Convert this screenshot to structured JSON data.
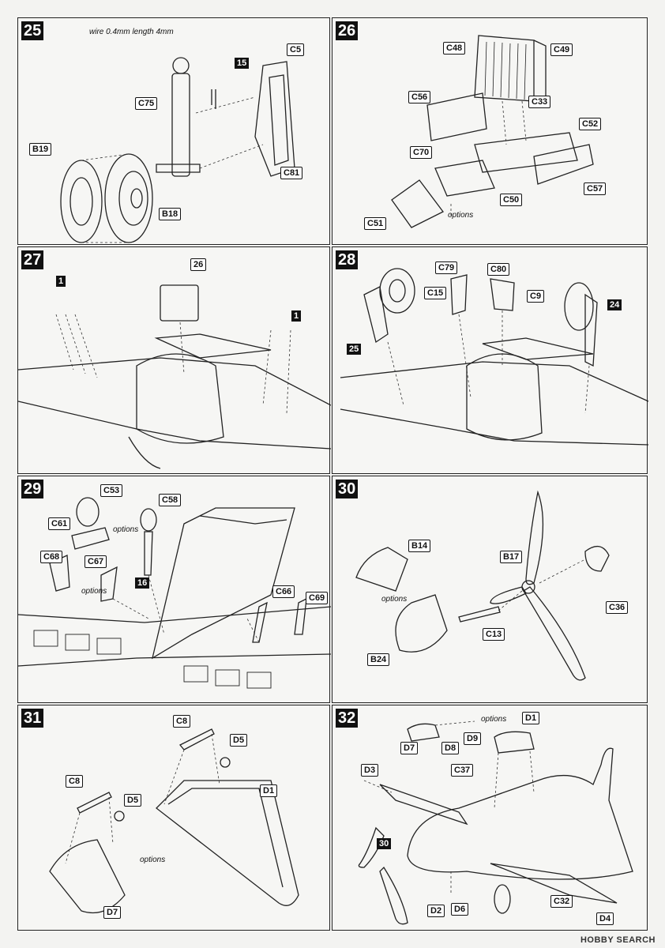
{
  "steps": [
    {
      "number": "25",
      "labels": [
        "C5",
        "C75",
        "B19",
        "B18",
        "C81"
      ],
      "refs": [
        "15"
      ],
      "notes": [
        "wire 0.4mm length 4mm"
      ]
    },
    {
      "number": "26",
      "labels": [
        "C48",
        "C49",
        "C56",
        "C33",
        "C52",
        "C70",
        "C50",
        "C57",
        "C51"
      ],
      "refs": [],
      "notes": [
        "options"
      ]
    },
    {
      "number": "27",
      "labels": [
        "26"
      ],
      "refs": [
        "1",
        "1"
      ],
      "notes": []
    },
    {
      "number": "28",
      "labels": [
        "C79",
        "C80",
        "C15",
        "C9"
      ],
      "refs": [
        "24",
        "25"
      ],
      "notes": []
    },
    {
      "number": "29",
      "labels": [
        "C53",
        "C58",
        "C61",
        "C68",
        "C67",
        "C66",
        "C69"
      ],
      "refs": [
        "16"
      ],
      "notes": [
        "options",
        "options"
      ]
    },
    {
      "number": "30",
      "labels": [
        "B14",
        "B17",
        "C36",
        "C13",
        "B24"
      ],
      "refs": [],
      "notes": [
        "options"
      ]
    },
    {
      "number": "31",
      "labels": [
        "C8",
        "D5",
        "C8",
        "D5",
        "D1",
        "D7"
      ],
      "refs": [],
      "notes": [
        "options"
      ]
    },
    {
      "number": "32",
      "labels": [
        "D1",
        "D7",
        "D8",
        "D9",
        "D3",
        "C37",
        "D2",
        "D6",
        "C32",
        "D4"
      ],
      "refs": [
        "30"
      ],
      "notes": [
        "options"
      ]
    }
  ],
  "watermark": "HOBBY SEARCH"
}
